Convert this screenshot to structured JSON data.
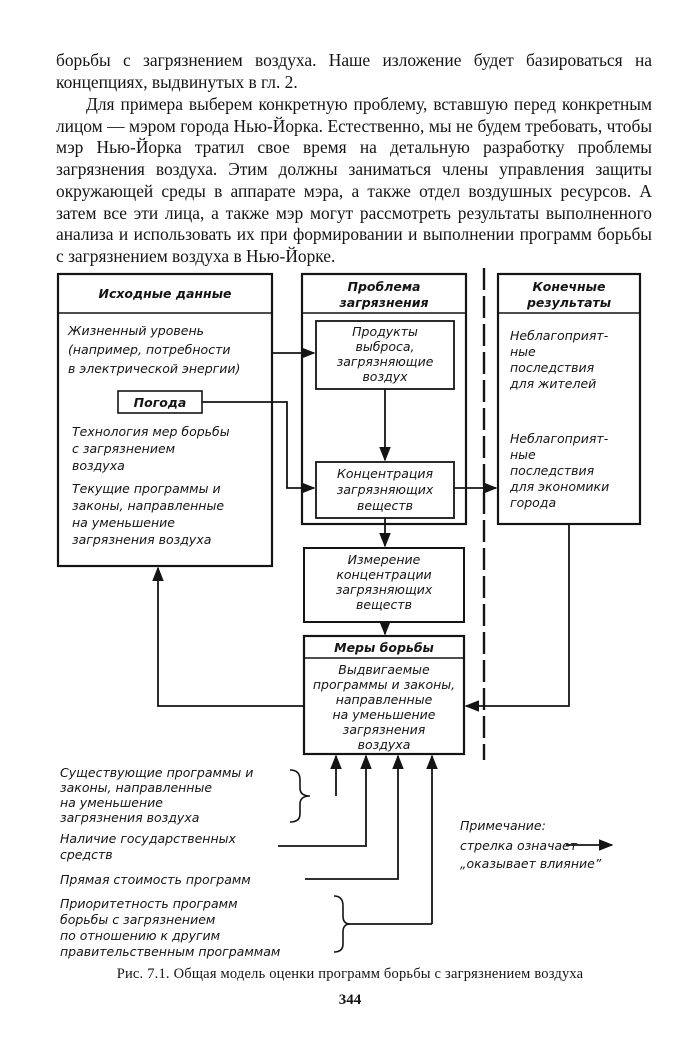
{
  "text": {
    "para1": "борьбы с загрязнением воздуха. Наше изложение будет базироваться на концепциях, выдвинутых в гл. 2.",
    "para2": "Для примера выберем конкретную проблему, вставшую перед конкретным лицом — мэром города Нью-Йорка. Естественно, мы не будем требовать, чтобы мэр Нью-Йорка тратил свое время на детальную разработку проблемы загрязнения воздуха. Этим должны заниматься члены управления защиты окружающей среды в аппарате мэра, а также отдел воздушных ресурсов. А затем все эти лица, а также мэр могут рассмотреть результаты выполненного анализа и использовать их при формировании и выполнении программ борьбы с загрязнением воздуха в Нью-Йорке."
  },
  "diagram": {
    "source_title": "Исходные данные",
    "living_standard": [
      "Жизненный уровень",
      "(например, потребности",
      "в электрической энергии)"
    ],
    "weather": "Погода",
    "technology": [
      "Технология мер борьбы",
      "с загрязнением",
      "воздуха"
    ],
    "current_programs": [
      "Текущие программы и",
      "законы, направленные",
      "на уменьшение",
      "загрязнения воздуха"
    ],
    "problem_title": [
      "Проблема",
      "загрязнения"
    ],
    "emission_products": [
      "Продукты",
      "выброса,",
      "загрязняющие",
      "воздух"
    ],
    "concentration": [
      "Концентрация",
      "загрязняющих",
      "веществ"
    ],
    "measurement": [
      "Измерение",
      "концентрации",
      "загрязняющих",
      "веществ"
    ],
    "control_title": "Меры борьбы",
    "proposed_programs": [
      "Выдвигаемые",
      "программы и законы,",
      "направленные",
      "на уменьшение",
      "загрязнения",
      "воздуха"
    ],
    "final_title": [
      "Конечные",
      "результаты"
    ],
    "adverse_residents": [
      "Неблагоприят-",
      "ные",
      "последствия",
      "для жителей"
    ],
    "adverse_economy": [
      "Неблагоприят-",
      "ные",
      "последствия",
      "для экономики",
      "города"
    ],
    "existing_programs": [
      "Существующие программы и",
      "законы, направленные",
      "на уменьшение",
      "загрязнения воздуха"
    ],
    "state_funds": [
      "Наличие государственных",
      "средств"
    ],
    "direct_cost": "Прямая стоимость программ",
    "priority": [
      "Приоритетность программ",
      "борьбы с загрязнением",
      "по отношению к другим",
      "правительственным программам"
    ],
    "note_title": "Примечание:",
    "note_line1": "стрелка означает",
    "note_line2": "„оказывает влияние”"
  },
  "caption": "Рис. 7.1. Общая модель оценки программ борьбы с загрязнением воздуха",
  "page_number": "344"
}
